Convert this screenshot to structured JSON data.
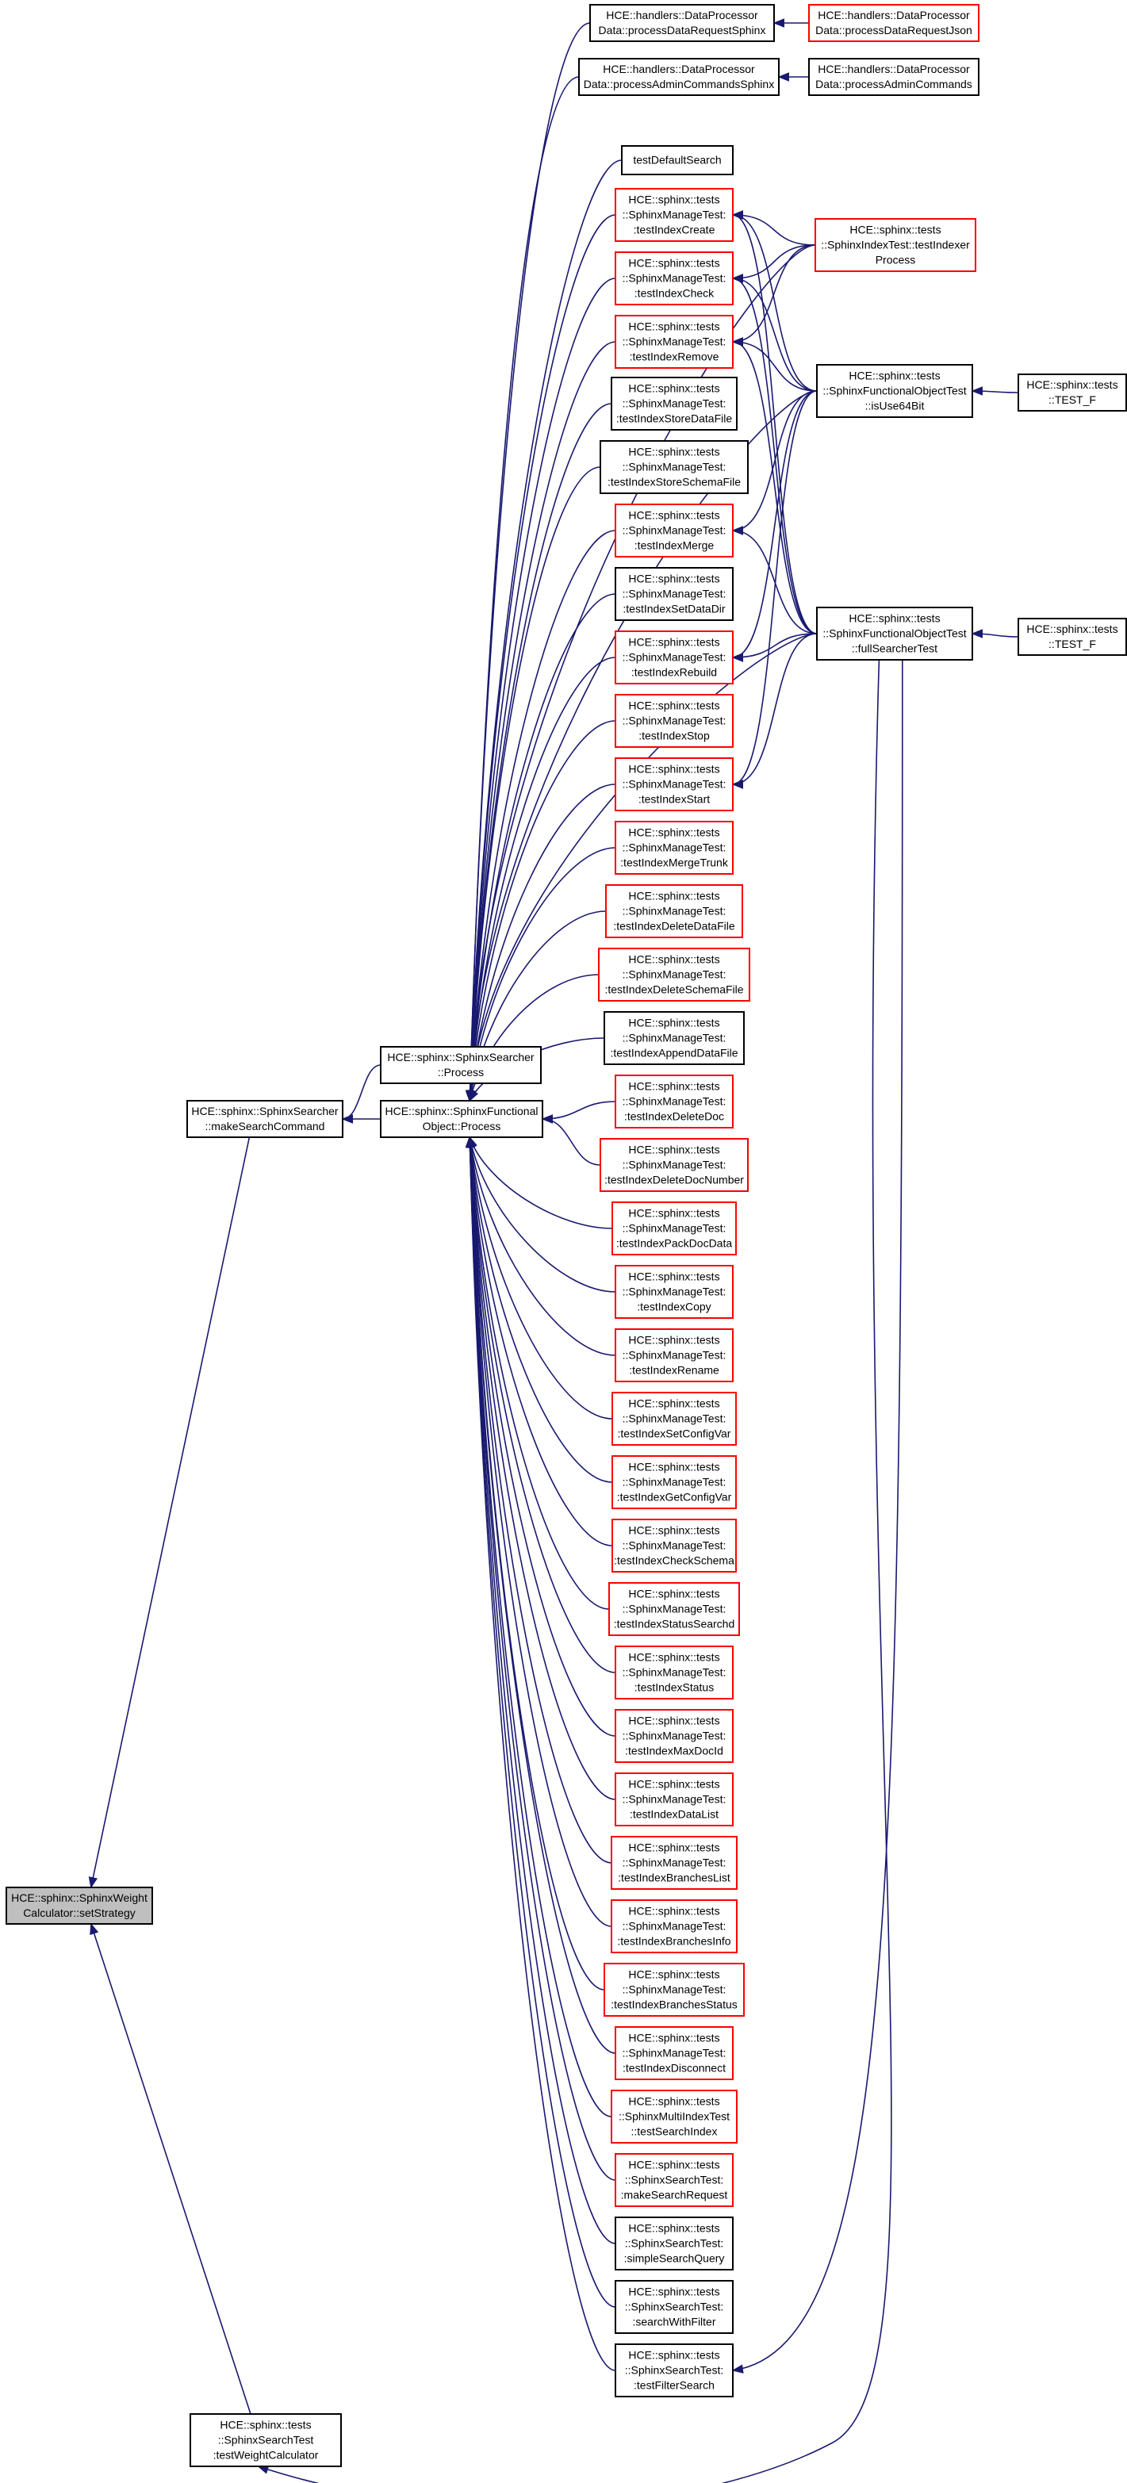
{
  "title": "HCE::sphinx::SphinxWeightCalculator::setStrategy caller graph",
  "colors": {
    "edge": "#191970",
    "highlight_fill": "#bfbfbf",
    "truncated_border": "#ff0000",
    "normal_border": "#000000"
  },
  "nodes": [
    {
      "id": "setStrategy",
      "style": "gray",
      "lines": [
        "HCE::sphinx::SphinxWeight",
        "Calculator::setStrategy"
      ]
    },
    {
      "id": "makeSearchCommand",
      "style": "black",
      "lines": [
        "HCE::sphinx::SphinxSearcher",
        "::makeSearchCommand"
      ]
    },
    {
      "id": "testWeightCalculator",
      "style": "black",
      "lines": [
        "HCE::sphinx::tests",
        "::SphinxSearchTest",
        ":testWeightCalculator"
      ]
    },
    {
      "id": "searcherProcess",
      "style": "black",
      "lines": [
        "HCE::sphinx::SphinxSearcher",
        "::Process"
      ]
    },
    {
      "id": "sfoProcess",
      "style": "black",
      "lines": [
        "HCE::sphinx::SphinxFunctional",
        "Object::Process"
      ]
    },
    {
      "id": "processDataRequestSphinx",
      "style": "black",
      "lines": [
        "HCE::handlers::DataProcessor",
        "Data::processDataRequestSphinx"
      ]
    },
    {
      "id": "processAdminCommandsSphinx",
      "style": "black",
      "lines": [
        "HCE::handlers::DataProcessor",
        "Data::processAdminCommandsSphinx"
      ]
    },
    {
      "id": "testDefaultSearch",
      "style": "black",
      "lines": [
        "testDefaultSearch"
      ]
    },
    {
      "id": "testIndexCreate",
      "style": "red",
      "lines": [
        "HCE::sphinx::tests",
        "::SphinxManageTest:",
        ":testIndexCreate"
      ]
    },
    {
      "id": "testIndexCheck",
      "style": "red",
      "lines": [
        "HCE::sphinx::tests",
        "::SphinxManageTest:",
        ":testIndexCheck"
      ]
    },
    {
      "id": "testIndexRemove",
      "style": "red",
      "lines": [
        "HCE::sphinx::tests",
        "::SphinxManageTest:",
        ":testIndexRemove"
      ]
    },
    {
      "id": "testIndexStoreDataFile",
      "style": "black",
      "lines": [
        "HCE::sphinx::tests",
        "::SphinxManageTest:",
        ":testIndexStoreDataFile"
      ]
    },
    {
      "id": "testIndexStoreSchemaFile",
      "style": "black",
      "lines": [
        "HCE::sphinx::tests",
        "::SphinxManageTest:",
        ":testIndexStoreSchemaFile"
      ]
    },
    {
      "id": "testIndexMerge",
      "style": "red",
      "lines": [
        "HCE::sphinx::tests",
        "::SphinxManageTest:",
        ":testIndexMerge"
      ]
    },
    {
      "id": "testIndexSetDataDir",
      "style": "black",
      "lines": [
        "HCE::sphinx::tests",
        "::SphinxManageTest:",
        ":testIndexSetDataDir"
      ]
    },
    {
      "id": "testIndexRebuild",
      "style": "red",
      "lines": [
        "HCE::sphinx::tests",
        "::SphinxManageTest:",
        ":testIndexRebuild"
      ]
    },
    {
      "id": "testIndexStop",
      "style": "red",
      "lines": [
        "HCE::sphinx::tests",
        "::SphinxManageTest:",
        ":testIndexStop"
      ]
    },
    {
      "id": "testIndexStart",
      "style": "red",
      "lines": [
        "HCE::sphinx::tests",
        "::SphinxManageTest:",
        ":testIndexStart"
      ]
    },
    {
      "id": "testIndexMergeTrunk",
      "style": "red",
      "lines": [
        "HCE::sphinx::tests",
        "::SphinxManageTest:",
        ":testIndexMergeTrunk"
      ]
    },
    {
      "id": "testIndexDeleteDataFile",
      "style": "red",
      "lines": [
        "HCE::sphinx::tests",
        "::SphinxManageTest:",
        ":testIndexDeleteDataFile"
      ]
    },
    {
      "id": "testIndexDeleteSchemaFile",
      "style": "red",
      "lines": [
        "HCE::sphinx::tests",
        "::SphinxManageTest:",
        ":testIndexDeleteSchemaFile"
      ]
    },
    {
      "id": "testIndexAppendDataFile",
      "style": "black",
      "lines": [
        "HCE::sphinx::tests",
        "::SphinxManageTest:",
        ":testIndexAppendDataFile"
      ]
    },
    {
      "id": "testIndexDeleteDoc",
      "style": "red",
      "lines": [
        "HCE::sphinx::tests",
        "::SphinxManageTest:",
        ":testIndexDeleteDoc"
      ]
    },
    {
      "id": "testIndexDeleteDocNumber",
      "style": "red",
      "lines": [
        "HCE::sphinx::tests",
        "::SphinxManageTest:",
        ":testIndexDeleteDocNumber"
      ]
    },
    {
      "id": "testIndexPackDocData",
      "style": "red",
      "lines": [
        "HCE::sphinx::tests",
        "::SphinxManageTest:",
        ":testIndexPackDocData"
      ]
    },
    {
      "id": "testIndexCopy",
      "style": "red",
      "lines": [
        "HCE::sphinx::tests",
        "::SphinxManageTest:",
        ":testIndexCopy"
      ]
    },
    {
      "id": "testIndexRename",
      "style": "red",
      "lines": [
        "HCE::sphinx::tests",
        "::SphinxManageTest:",
        ":testIndexRename"
      ]
    },
    {
      "id": "testIndexSetConfigVar",
      "style": "red",
      "lines": [
        "HCE::sphinx::tests",
        "::SphinxManageTest:",
        ":testIndexSetConfigVar"
      ]
    },
    {
      "id": "testIndexGetConfigVar",
      "style": "red",
      "lines": [
        "HCE::sphinx::tests",
        "::SphinxManageTest:",
        ":testIndexGetConfigVar"
      ]
    },
    {
      "id": "testIndexCheckSchema",
      "style": "red",
      "lines": [
        "HCE::sphinx::tests",
        "::SphinxManageTest:",
        ":testIndexCheckSchema"
      ]
    },
    {
      "id": "testIndexStatusSearchd",
      "style": "red",
      "lines": [
        "HCE::sphinx::tests",
        "::SphinxManageTest:",
        ":testIndexStatusSearchd"
      ]
    },
    {
      "id": "testIndexStatus",
      "style": "red",
      "lines": [
        "HCE::sphinx::tests",
        "::SphinxManageTest:",
        ":testIndexStatus"
      ]
    },
    {
      "id": "testIndexMaxDocId",
      "style": "red",
      "lines": [
        "HCE::sphinx::tests",
        "::SphinxManageTest:",
        ":testIndexMaxDocId"
      ]
    },
    {
      "id": "testIndexDataList",
      "style": "red",
      "lines": [
        "HCE::sphinx::tests",
        "::SphinxManageTest:",
        ":testIndexDataList"
      ]
    },
    {
      "id": "testIndexBranchesList",
      "style": "red",
      "lines": [
        "HCE::sphinx::tests",
        "::SphinxManageTest:",
        ":testIndexBranchesList"
      ]
    },
    {
      "id": "testIndexBranchesInfo",
      "style": "red",
      "lines": [
        "HCE::sphinx::tests",
        "::SphinxManageTest:",
        ":testIndexBranchesInfo"
      ]
    },
    {
      "id": "testIndexBranchesStatus",
      "style": "red",
      "lines": [
        "HCE::sphinx::tests",
        "::SphinxManageTest:",
        ":testIndexBranchesStatus"
      ]
    },
    {
      "id": "testIndexDisconnect",
      "style": "red",
      "lines": [
        "HCE::sphinx::tests",
        "::SphinxManageTest:",
        ":testIndexDisconnect"
      ]
    },
    {
      "id": "testSearchIndex",
      "style": "red",
      "lines": [
        "HCE::sphinx::tests",
        "::SphinxMultiIndexTest",
        "::testSearchIndex"
      ]
    },
    {
      "id": "makeSearchRequest",
      "style": "red",
      "lines": [
        "HCE::sphinx::tests",
        "::SphinxSearchTest:",
        ":makeSearchRequest"
      ]
    },
    {
      "id": "simpleSearchQuery",
      "style": "black",
      "lines": [
        "HCE::sphinx::tests",
        "::SphinxSearchTest:",
        ":simpleSearchQuery"
      ]
    },
    {
      "id": "searchWithFilter",
      "style": "black",
      "lines": [
        "HCE::sphinx::tests",
        "::SphinxSearchTest:",
        ":searchWithFilter"
      ]
    },
    {
      "id": "testFilterSearch",
      "style": "black",
      "lines": [
        "HCE::sphinx::tests",
        "::SphinxSearchTest:",
        ":testFilterSearch"
      ]
    },
    {
      "id": "processDataRequestJson",
      "style": "red",
      "lines": [
        "HCE::handlers::DataProcessor",
        "Data::processDataRequestJson"
      ]
    },
    {
      "id": "processAdminCommands",
      "style": "black",
      "lines": [
        "HCE::handlers::DataProcessor",
        "Data::processAdminCommands"
      ]
    },
    {
      "id": "testIndexerProcess",
      "style": "red",
      "lines": [
        "HCE::sphinx::tests",
        "::SphinxIndexTest::testIndexer",
        "Process"
      ]
    },
    {
      "id": "isUse64Bit",
      "style": "black",
      "lines": [
        "HCE::sphinx::tests",
        "::SphinxFunctionalObjectTest",
        "::isUse64Bit"
      ]
    },
    {
      "id": "fullSearcherTest",
      "style": "black",
      "lines": [
        "HCE::sphinx::tests",
        "::SphinxFunctionalObjectTest",
        "::fullSearcherTest"
      ]
    },
    {
      "id": "testF1",
      "style": "black",
      "lines": [
        "HCE::sphinx::tests",
        "::TEST_F"
      ]
    },
    {
      "id": "testF2",
      "style": "black",
      "lines": [
        "HCE::sphinx::tests",
        "::TEST_F"
      ]
    }
  ],
  "edges": [
    [
      "makeSearchCommand",
      "setStrategy"
    ],
    [
      "testWeightCalculator",
      "setStrategy"
    ],
    [
      "searcherProcess",
      "makeSearchCommand"
    ],
    [
      "sfoProcess",
      "makeSearchCommand"
    ],
    [
      "processDataRequestSphinx",
      "sfoProcess"
    ],
    [
      "processAdminCommandsSphinx",
      "sfoProcess"
    ],
    [
      "testDefaultSearch",
      "sfoProcess"
    ],
    [
      "testIndexCreate",
      "sfoProcess"
    ],
    [
      "testIndexCheck",
      "sfoProcess"
    ],
    [
      "testIndexRemove",
      "sfoProcess"
    ],
    [
      "testIndexStoreDataFile",
      "sfoProcess"
    ],
    [
      "testIndexStoreSchemaFile",
      "sfoProcess"
    ],
    [
      "testIndexMerge",
      "sfoProcess"
    ],
    [
      "testIndexSetDataDir",
      "sfoProcess"
    ],
    [
      "testIndexRebuild",
      "sfoProcess"
    ],
    [
      "testIndexStop",
      "sfoProcess"
    ],
    [
      "testIndexStart",
      "sfoProcess"
    ],
    [
      "testIndexMergeTrunk",
      "sfoProcess"
    ],
    [
      "testIndexDeleteDataFile",
      "sfoProcess"
    ],
    [
      "testIndexDeleteSchemaFile",
      "sfoProcess"
    ],
    [
      "testIndexAppendDataFile",
      "sfoProcess"
    ],
    [
      "testIndexDeleteDoc",
      "sfoProcess"
    ],
    [
      "testIndexDeleteDocNumber",
      "sfoProcess"
    ],
    [
      "testIndexPackDocData",
      "sfoProcess"
    ],
    [
      "testIndexCopy",
      "sfoProcess"
    ],
    [
      "testIndexRename",
      "sfoProcess"
    ],
    [
      "testIndexSetConfigVar",
      "sfoProcess"
    ],
    [
      "testIndexGetConfigVar",
      "sfoProcess"
    ],
    [
      "testIndexCheckSchema",
      "sfoProcess"
    ],
    [
      "testIndexStatusSearchd",
      "sfoProcess"
    ],
    [
      "testIndexStatus",
      "sfoProcess"
    ],
    [
      "testIndexMaxDocId",
      "sfoProcess"
    ],
    [
      "testIndexDataList",
      "sfoProcess"
    ],
    [
      "testIndexBranchesList",
      "sfoProcess"
    ],
    [
      "testIndexBranchesInfo",
      "sfoProcess"
    ],
    [
      "testIndexBranchesStatus",
      "sfoProcess"
    ],
    [
      "testIndexDisconnect",
      "sfoProcess"
    ],
    [
      "testSearchIndex",
      "sfoProcess"
    ],
    [
      "makeSearchRequest",
      "sfoProcess"
    ],
    [
      "simpleSearchQuery",
      "sfoProcess"
    ],
    [
      "searchWithFilter",
      "sfoProcess"
    ],
    [
      "testFilterSearch",
      "sfoProcess"
    ],
    [
      "testIndexerProcess",
      "sfoProcess"
    ],
    [
      "isUse64Bit",
      "sfoProcess"
    ],
    [
      "fullSearcherTest",
      "sfoProcess"
    ],
    [
      "processDataRequestJson",
      "processDataRequestSphinx"
    ],
    [
      "processAdminCommands",
      "processAdminCommandsSphinx"
    ],
    [
      "testIndexerProcess",
      "testIndexCreate"
    ],
    [
      "testIndexerProcess",
      "testIndexCheck"
    ],
    [
      "testIndexerProcess",
      "testIndexRemove"
    ],
    [
      "isUse64Bit",
      "testIndexCreate"
    ],
    [
      "isUse64Bit",
      "testIndexCheck"
    ],
    [
      "isUse64Bit",
      "testIndexRemove"
    ],
    [
      "isUse64Bit",
      "testIndexMerge"
    ],
    [
      "isUse64Bit",
      "testIndexRebuild"
    ],
    [
      "isUse64Bit",
      "testIndexStart"
    ],
    [
      "fullSearcherTest",
      "testIndexCreate"
    ],
    [
      "fullSearcherTest",
      "testIndexCheck"
    ],
    [
      "fullSearcherTest",
      "testIndexRemove"
    ],
    [
      "fullSearcherTest",
      "testIndexMerge"
    ],
    [
      "fullSearcherTest",
      "testIndexRebuild"
    ],
    [
      "fullSearcherTest",
      "testIndexStart"
    ],
    [
      "fullSearcherTest",
      "testFilterSearch"
    ],
    [
      "fullSearcherTest",
      "testWeightCalculator"
    ],
    [
      "testF1",
      "isUse64Bit"
    ],
    [
      "testF2",
      "fullSearcherTest"
    ]
  ]
}
